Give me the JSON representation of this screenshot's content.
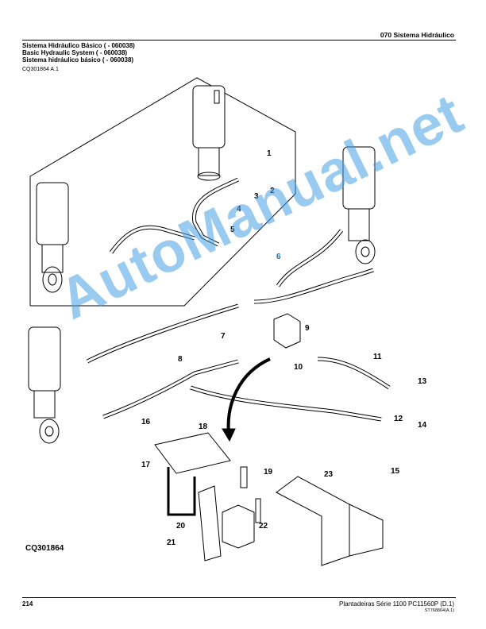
{
  "header": {
    "section": "070 Sistema Hidráulico",
    "titles": [
      "Sistema Hidráulico Básico ( - 060038)",
      "Basic Hydraulic System ( - 060038)",
      "Sistema hidráulico básico ( - 060038)"
    ],
    "figure_ref": "CQ301864 A.1"
  },
  "figure": {
    "id_label": "CQ301864",
    "callouts": [
      "1",
      "2",
      "3",
      "4",
      "5",
      "6",
      "7",
      "8",
      "9",
      "10",
      "11",
      "12",
      "13",
      "14",
      "15",
      "16",
      "17",
      "18",
      "19",
      "20",
      "21",
      "22",
      "23"
    ]
  },
  "watermark": "AutoManual.net",
  "footer": {
    "page": "214",
    "doc": "Plantadeiras Série 1100    PC11560P    (D.1)",
    "code": "ST768864(A.1)"
  },
  "colors": {
    "highlight": "#1f6fb5",
    "watermark": "#46a0e6"
  }
}
